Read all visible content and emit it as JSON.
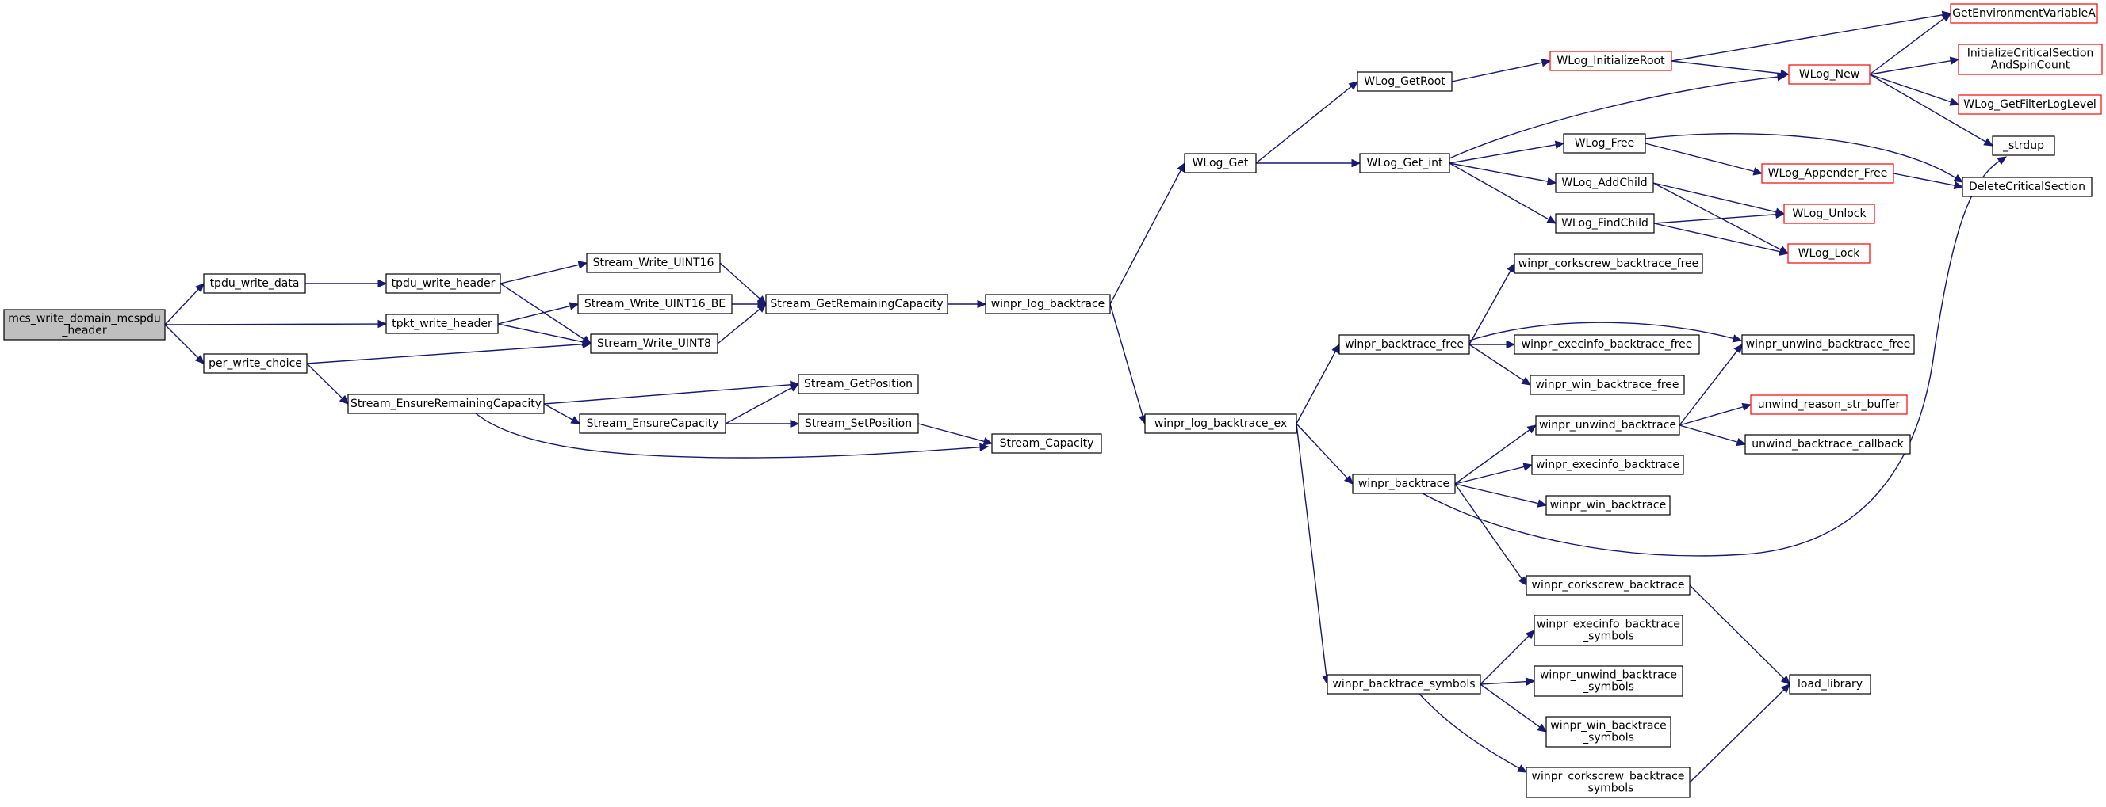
{
  "colors": {
    "edge": "#191970",
    "node_border": "#000000",
    "truncated_border": "#ff0000",
    "root_fill": "#bfbfbf"
  },
  "nodes": [
    {
      "id": "n_mcs",
      "lines": [
        "mcs_write_domain_mcspdu",
        "_header"
      ],
      "root": true
    },
    {
      "id": "n_tpdu_data",
      "lines": [
        "tpdu_write_data"
      ]
    },
    {
      "id": "n_tpdu_header",
      "lines": [
        "tpdu_write_header"
      ]
    },
    {
      "id": "n_tpkt_header",
      "lines": [
        "tpkt_write_header"
      ]
    },
    {
      "id": "n_per_choice",
      "lines": [
        "per_write_choice"
      ]
    },
    {
      "id": "n_w_u16",
      "lines": [
        "Stream_Write_UINT16"
      ]
    },
    {
      "id": "n_w_u16be",
      "lines": [
        "Stream_Write_UINT16_BE"
      ]
    },
    {
      "id": "n_w_u8",
      "lines": [
        "Stream_Write_UINT8"
      ]
    },
    {
      "id": "n_ensure_rem",
      "lines": [
        "Stream_EnsureRemainingCapacity"
      ]
    },
    {
      "id": "n_ensure_cap",
      "lines": [
        "Stream_EnsureCapacity"
      ]
    },
    {
      "id": "n_get_rem",
      "lines": [
        "Stream_GetRemainingCapacity"
      ]
    },
    {
      "id": "n_get_pos",
      "lines": [
        "Stream_GetPosition"
      ]
    },
    {
      "id": "n_set_pos",
      "lines": [
        "Stream_SetPosition"
      ]
    },
    {
      "id": "n_capacity",
      "lines": [
        "Stream_Capacity"
      ]
    },
    {
      "id": "n_log_bt",
      "lines": [
        "winpr_log_backtrace"
      ]
    },
    {
      "id": "n_log_bt_ex",
      "lines": [
        "winpr_log_backtrace_ex"
      ]
    },
    {
      "id": "n_wlog_get",
      "lines": [
        "WLog_Get"
      ]
    },
    {
      "id": "n_wlog_getroot",
      "lines": [
        "WLog_GetRoot"
      ]
    },
    {
      "id": "n_wlog_get_int",
      "lines": [
        "WLog_Get_int"
      ]
    },
    {
      "id": "n_wlog_initroot",
      "lines": [
        "WLog_InitializeRoot"
      ],
      "red": true
    },
    {
      "id": "n_wlog_new",
      "lines": [
        "WLog_New"
      ],
      "red": true
    },
    {
      "id": "n_wlog_free",
      "lines": [
        "WLog_Free"
      ]
    },
    {
      "id": "n_wlog_addchild",
      "lines": [
        "WLog_AddChild"
      ]
    },
    {
      "id": "n_wlog_findchild",
      "lines": [
        "WLog_FindChild"
      ]
    },
    {
      "id": "n_getenv",
      "lines": [
        "GetEnvironmentVariableA"
      ],
      "red": true
    },
    {
      "id": "n_init_cs",
      "lines": [
        "InitializeCriticalSection",
        "AndSpinCount"
      ],
      "red": true
    },
    {
      "id": "n_filter",
      "lines": [
        "WLog_GetFilterLogLevel"
      ],
      "red": true
    },
    {
      "id": "n_strdup",
      "lines": [
        "_strdup"
      ]
    },
    {
      "id": "n_appender_free",
      "lines": [
        "WLog_Appender_Free"
      ],
      "red": true
    },
    {
      "id": "n_del_cs",
      "lines": [
        "DeleteCriticalSection"
      ]
    },
    {
      "id": "n_unlock",
      "lines": [
        "WLog_Unlock"
      ],
      "red": true
    },
    {
      "id": "n_lock",
      "lines": [
        "WLog_Lock"
      ],
      "red": true
    },
    {
      "id": "n_bt_free",
      "lines": [
        "winpr_backtrace_free"
      ]
    },
    {
      "id": "n_corkscrew_free",
      "lines": [
        "winpr_corkscrew_backtrace_free"
      ]
    },
    {
      "id": "n_execinfo_free",
      "lines": [
        "winpr_execinfo_backtrace_free"
      ]
    },
    {
      "id": "n_win_free",
      "lines": [
        "winpr_win_backtrace_free"
      ]
    },
    {
      "id": "n_unwind_free",
      "lines": [
        "winpr_unwind_backtrace_free"
      ]
    },
    {
      "id": "n_bt",
      "lines": [
        "winpr_backtrace"
      ]
    },
    {
      "id": "n_unwind_bt",
      "lines": [
        "winpr_unwind_backtrace"
      ]
    },
    {
      "id": "n_reason",
      "lines": [
        "unwind_reason_str_buffer"
      ],
      "red": true
    },
    {
      "id": "n_unwind_cb",
      "lines": [
        "unwind_backtrace_callback"
      ]
    },
    {
      "id": "n_execinfo_bt",
      "lines": [
        "winpr_execinfo_backtrace"
      ]
    },
    {
      "id": "n_win_bt",
      "lines": [
        "winpr_win_backtrace"
      ]
    },
    {
      "id": "n_corkscrew_bt",
      "lines": [
        "winpr_corkscrew_backtrace"
      ]
    },
    {
      "id": "n_bt_symbols",
      "lines": [
        "winpr_backtrace_symbols"
      ]
    },
    {
      "id": "n_execinfo_sym",
      "lines": [
        "winpr_execinfo_backtrace",
        "_symbols"
      ]
    },
    {
      "id": "n_unwind_sym",
      "lines": [
        "winpr_unwind_backtrace",
        "_symbols"
      ]
    },
    {
      "id": "n_win_sym",
      "lines": [
        "winpr_win_backtrace",
        "_symbols"
      ]
    },
    {
      "id": "n_corkscrew_sym",
      "lines": [
        "winpr_corkscrew_backtrace",
        "_symbols"
      ]
    },
    {
      "id": "n_load_library",
      "lines": [
        "load_library"
      ]
    }
  ],
  "edges": [
    [
      "n_mcs",
      "n_tpdu_data"
    ],
    [
      "n_mcs",
      "n_tpkt_header"
    ],
    [
      "n_mcs",
      "n_per_choice"
    ],
    [
      "n_tpdu_data",
      "n_tpdu_header"
    ],
    [
      "n_tpdu_header",
      "n_w_u16"
    ],
    [
      "n_tpdu_header",
      "n_w_u8"
    ],
    [
      "n_tpkt_header",
      "n_w_u16be"
    ],
    [
      "n_tpkt_header",
      "n_w_u8"
    ],
    [
      "n_per_choice",
      "n_w_u8"
    ],
    [
      "n_per_choice",
      "n_ensure_rem"
    ],
    [
      "n_w_u16",
      "n_get_rem"
    ],
    [
      "n_w_u16be",
      "n_get_rem"
    ],
    [
      "n_w_u8",
      "n_get_rem"
    ],
    [
      "n_ensure_rem",
      "n_get_pos"
    ],
    [
      "n_ensure_rem",
      "n_ensure_cap"
    ],
    [
      "n_ensure_rem",
      "n_capacity"
    ],
    [
      "n_ensure_cap",
      "n_get_pos"
    ],
    [
      "n_ensure_cap",
      "n_set_pos"
    ],
    [
      "n_set_pos",
      "n_capacity"
    ],
    [
      "n_get_rem",
      "n_log_bt"
    ],
    [
      "n_log_bt",
      "n_wlog_get"
    ],
    [
      "n_log_bt",
      "n_log_bt_ex"
    ],
    [
      "n_wlog_get",
      "n_wlog_getroot"
    ],
    [
      "n_wlog_get",
      "n_wlog_get_int"
    ],
    [
      "n_wlog_getroot",
      "n_wlog_initroot"
    ],
    [
      "n_wlog_initroot",
      "n_getenv"
    ],
    [
      "n_wlog_initroot",
      "n_wlog_new"
    ],
    [
      "n_wlog_new",
      "n_getenv"
    ],
    [
      "n_wlog_new",
      "n_init_cs"
    ],
    [
      "n_wlog_new",
      "n_filter"
    ],
    [
      "n_wlog_new",
      "n_strdup"
    ],
    [
      "n_wlog_get_int",
      "n_wlog_new"
    ],
    [
      "n_wlog_get_int",
      "n_wlog_free"
    ],
    [
      "n_wlog_get_int",
      "n_wlog_addchild"
    ],
    [
      "n_wlog_get_int",
      "n_wlog_findchild"
    ],
    [
      "n_wlog_free",
      "n_del_cs"
    ],
    [
      "n_wlog_free",
      "n_appender_free"
    ],
    [
      "n_appender_free",
      "n_del_cs"
    ],
    [
      "n_wlog_addchild",
      "n_unlock"
    ],
    [
      "n_wlog_addchild",
      "n_lock"
    ],
    [
      "n_wlog_findchild",
      "n_unlock"
    ],
    [
      "n_wlog_findchild",
      "n_lock"
    ],
    [
      "n_log_bt_ex",
      "n_bt_free"
    ],
    [
      "n_log_bt_ex",
      "n_bt"
    ],
    [
      "n_log_bt_ex",
      "n_bt_symbols"
    ],
    [
      "n_bt_free",
      "n_corkscrew_free"
    ],
    [
      "n_bt_free",
      "n_unwind_free"
    ],
    [
      "n_bt_free",
      "n_execinfo_free"
    ],
    [
      "n_bt_free",
      "n_win_free"
    ],
    [
      "n_bt",
      "n_unwind_bt"
    ],
    [
      "n_bt",
      "n_execinfo_bt"
    ],
    [
      "n_bt",
      "n_win_bt"
    ],
    [
      "n_bt",
      "n_corkscrew_bt"
    ],
    [
      "n_bt",
      "n_strdup"
    ],
    [
      "n_unwind_bt",
      "n_unwind_free"
    ],
    [
      "n_unwind_bt",
      "n_reason"
    ],
    [
      "n_unwind_bt",
      "n_unwind_cb"
    ],
    [
      "n_corkscrew_bt",
      "n_load_library"
    ],
    [
      "n_bt_symbols",
      "n_execinfo_sym"
    ],
    [
      "n_bt_symbols",
      "n_unwind_sym"
    ],
    [
      "n_bt_symbols",
      "n_win_sym"
    ],
    [
      "n_bt_symbols",
      "n_corkscrew_sym"
    ],
    [
      "n_corkscrew_sym",
      "n_load_library"
    ]
  ]
}
